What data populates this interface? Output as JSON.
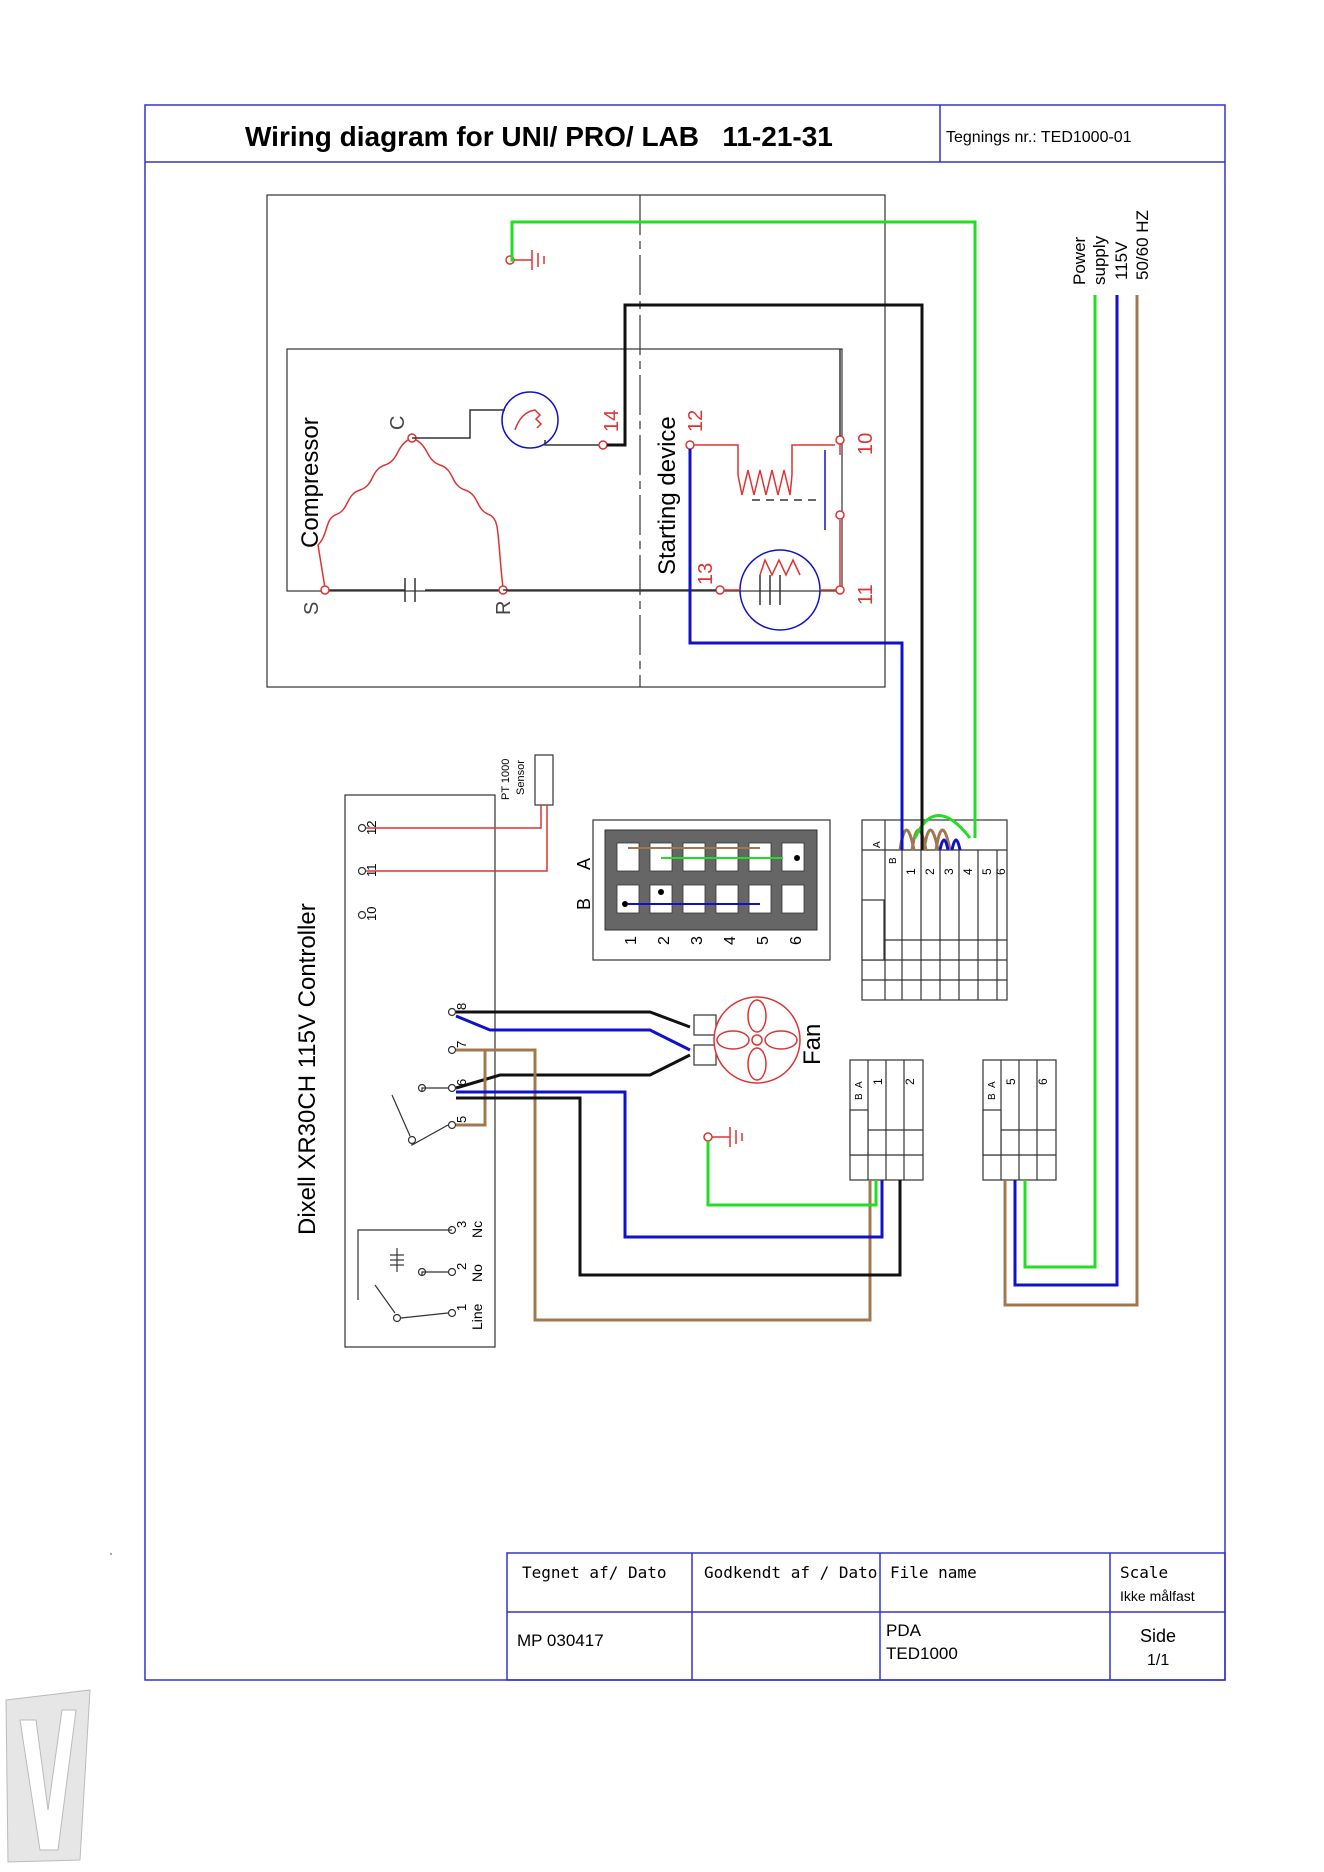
{
  "header": {
    "title": "Wiring diagram for UNI/ PRO/ LAB   11-21-31",
    "drawing_no": "Tegnings nr.: TED1000-01"
  },
  "compressor": {
    "label": "Compressor",
    "terminals": {
      "c": "C",
      "s": "S",
      "r": "R"
    },
    "pin14": "14"
  },
  "starting_device": {
    "label": "Starting device",
    "pins": {
      "p12": "12",
      "p13": "13",
      "p10": "10",
      "p11": "11"
    }
  },
  "power": {
    "line1": "Power",
    "line2": "supply",
    "voltage": "115V",
    "freq": "50/60 HZ"
  },
  "sensor": {
    "line1": "PT 1000",
    "line2": "Sensor"
  },
  "controller": {
    "label": "Dixell XR30CH 115V Controller",
    "terminals": {
      "t12": "12",
      "t11": "11",
      "t10": "10",
      "t8": "8",
      "t7": "7",
      "t6": "6",
      "t5": "5",
      "t3": "3",
      "t2": "2",
      "t1": "1"
    },
    "relay_labels": {
      "nc": "Nc",
      "no": "No",
      "line": "Line"
    }
  },
  "connector_panel": {
    "row_a": "A",
    "row_b": "B",
    "columns": [
      "1",
      "2",
      "3",
      "4",
      "5",
      "6"
    ]
  },
  "fan": {
    "label": "Fan"
  },
  "terminal_block": {
    "a": "A",
    "b": "B",
    "pins": [
      "1",
      "2",
      "3",
      "4",
      "5",
      "6"
    ]
  },
  "small_block_1": {
    "a": "A",
    "b": "B",
    "p1": "1",
    "p2": "2"
  },
  "small_block_2": {
    "a": "A",
    "b": "B",
    "p1": "5",
    "p2": "6"
  },
  "title_block": {
    "drawn_by_h": "Tegnet af/ Dato",
    "approved_h": "Godkendt af / Dato",
    "file_h": "File name",
    "scale_h": "Scale",
    "scale_v": "Ikke målfast",
    "drawn_by_v": "MP 030417",
    "file_v1": "PDA",
    "file_v2": "TED1000",
    "side_h": "Side",
    "side_v": "1/1"
  },
  "colors": {
    "frame": "#3333cc",
    "green": "#22dd22",
    "blue": "#1111cc",
    "black": "#111111",
    "brown": "#a07850",
    "red": "#dd3333"
  }
}
